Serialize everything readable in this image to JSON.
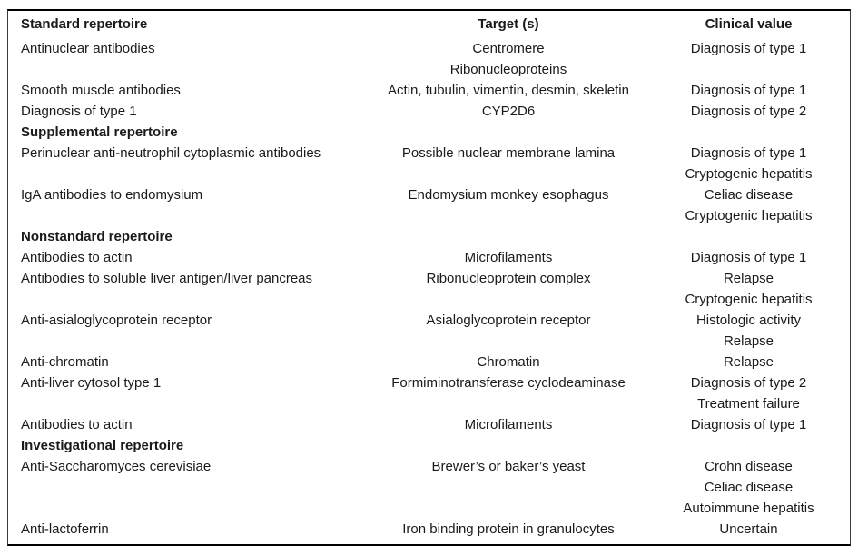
{
  "colors": {
    "text": "#1a1a1a",
    "rule": "#000000",
    "background": "#ffffff"
  },
  "table": {
    "columns": [
      "Standard repertoire",
      "Target (s)",
      "Clinical value"
    ],
    "rows": [
      {
        "style": "data",
        "cells": [
          "Antinuclear antibodies",
          "Centromere",
          "Diagnosis of type 1"
        ]
      },
      {
        "style": "data",
        "cells": [
          "",
          "Ribonucleoproteins",
          ""
        ]
      },
      {
        "style": "data",
        "cells": [
          "Smooth muscle antibodies",
          "Actin, tubulin, vimentin, desmin, skeletin",
          "Diagnosis of type 1"
        ]
      },
      {
        "style": "data",
        "cells": [
          "Diagnosis of type 1",
          "CYP2D6",
          "Diagnosis of type 2"
        ]
      },
      {
        "style": "section",
        "cells": [
          "Supplemental repertoire",
          "",
          ""
        ]
      },
      {
        "style": "data",
        "cells": [
          "Perinuclear anti-neutrophil cytoplasmic antibodies",
          "Possible nuclear membrane lamina",
          "Diagnosis of type 1"
        ]
      },
      {
        "style": "data",
        "cells": [
          "",
          "",
          "Cryptogenic hepatitis"
        ]
      },
      {
        "style": "data",
        "cells": [
          "IgA antibodies to endomysium",
          "Endomysium monkey esophagus",
          "Celiac disease"
        ]
      },
      {
        "style": "data",
        "cells": [
          "",
          "",
          "Cryptogenic hepatitis"
        ]
      },
      {
        "style": "section",
        "cells": [
          "Nonstandard repertoire",
          "",
          ""
        ]
      },
      {
        "style": "data",
        "cells": [
          "Antibodies to actin",
          "Microfilaments",
          "Diagnosis of type 1"
        ]
      },
      {
        "style": "data",
        "cells": [
          "Antibodies to soluble liver antigen/liver pancreas",
          "Ribonucleoprotein complex",
          "Relapse"
        ]
      },
      {
        "style": "data",
        "cells": [
          "",
          "",
          "Cryptogenic hepatitis"
        ]
      },
      {
        "style": "data",
        "cells": [
          "Anti-asialoglycoprotein receptor",
          "Asialoglycoprotein receptor",
          "Histologic activity"
        ]
      },
      {
        "style": "data",
        "cells": [
          "",
          "",
          "Relapse"
        ]
      },
      {
        "style": "data",
        "cells": [
          "Anti-chromatin",
          "Chromatin",
          "Relapse"
        ]
      },
      {
        "style": "data",
        "cells": [
          "Anti-liver cytosol type 1",
          "Formiminotransferase cyclodeaminase",
          "Diagnosis of type 2"
        ]
      },
      {
        "style": "data",
        "cells": [
          "",
          "",
          "Treatment failure"
        ]
      },
      {
        "style": "data",
        "cells": [
          "Antibodies to actin",
          "Microfilaments",
          "Diagnosis of type 1"
        ]
      },
      {
        "style": "section",
        "cells": [
          "Investigational repertoire",
          "",
          ""
        ]
      },
      {
        "style": "data",
        "cells": [
          "Anti-Saccharomyces cerevisiae",
          "Brewer’s or baker’s yeast",
          "Crohn disease"
        ]
      },
      {
        "style": "data",
        "cells": [
          "",
          "",
          "Celiac disease"
        ]
      },
      {
        "style": "data",
        "cells": [
          "",
          "",
          "Autoimmune hepatitis"
        ]
      },
      {
        "style": "data",
        "cells": [
          "Anti-lactoferrin",
          "Iron binding protein in granulocytes",
          "Uncertain"
        ]
      }
    ]
  }
}
